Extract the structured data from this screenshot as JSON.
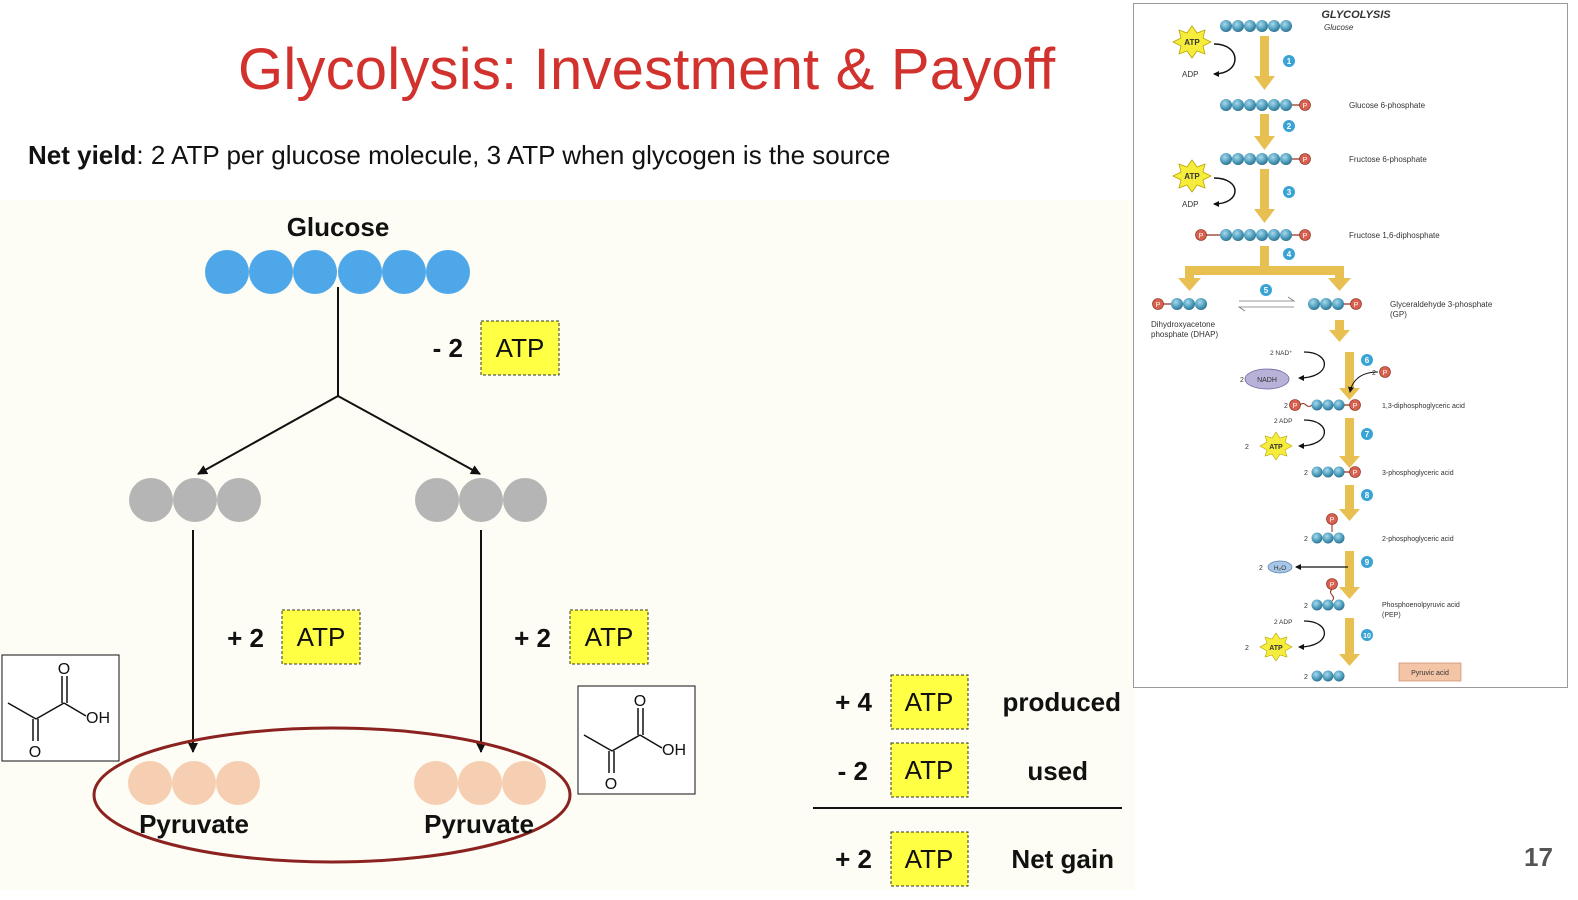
{
  "slide": {
    "title": "Glycolysis: Investment & Payoff",
    "net_yield_label": "Net yield",
    "net_yield_text": ": 2 ATP per glucose molecule, 3 ATP when glycogen is the source",
    "page_number": "17"
  },
  "diagram": {
    "glucose_label": "Glucose",
    "investment_amount": "- 2",
    "atp_label": "ATP",
    "payoff_left_amount": "+ 2",
    "payoff_right_amount": "+ 2",
    "pyruvate_left_label": "Pyruvate",
    "pyruvate_right_label": "Pyruvate",
    "structure_atom_o": "O",
    "structure_atom_oh": "OH",
    "colors": {
      "glucose": "#4ea7e8",
      "intermediate": "#b5b5b5",
      "pyruvate": "#f6cfb2",
      "atp_box": "#ffff44",
      "oval": "#8b2220",
      "title": "#d2322d"
    }
  },
  "balance": {
    "produced_amount": "+ 4",
    "produced_label": "produced",
    "used_amount": "- 2",
    "used_label": "used",
    "net_amount": "+ 2",
    "net_label": "Net gain"
  },
  "pathway": {
    "title": "GLYCOLYSIS",
    "glucose": "Glucose",
    "atp": "ATP",
    "adp": "ADP",
    "p": "P",
    "g6p": "Glucose 6-phosphate",
    "f6p": "Fructose 6-phosphate",
    "f16dp": "Fructose 1,6-diphosphate",
    "dhap_1": "Dihydroxyacetone",
    "dhap_2": "phosphate (DHAP)",
    "gp_1": "Glyceraldehyde 3-phosphate",
    "gp_2": "(GP)",
    "nad": "2 NAD⁺",
    "nadh": "NADH",
    "pi": "2",
    "two": "2",
    "two_adp": "2 ADP",
    "dpg13": "1,3-diphosphoglyceric acid",
    "pg3": "3-phosphoglyceric acid",
    "pg2": "2-phosphoglyceric acid",
    "h2o": "H₂O",
    "pep_1": "Phosphoenolpyruvic acid",
    "pep_2": "(PEP)",
    "pyruvic": "Pyruvic acid",
    "steps": [
      "1",
      "2",
      "3",
      "4",
      "5",
      "6",
      "7",
      "8",
      "9",
      "10"
    ]
  }
}
